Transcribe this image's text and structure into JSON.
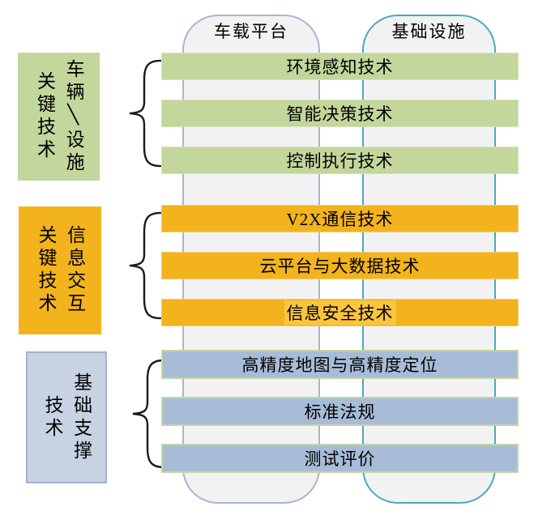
{
  "diagram": {
    "title_note": "",
    "columns": [
      {
        "id": "vehicle-platform",
        "label": "车载平台"
      },
      {
        "id": "infrastructure",
        "label": "基础设施"
      }
    ],
    "groups": [
      {
        "id": "vehicle-facility-key-tech",
        "label_right_column": "车辆╲设施",
        "label_left_column": "关键技术",
        "bars": [
          "环境感知技术",
          "智能决策技术",
          "控制执行技术"
        ]
      },
      {
        "id": "info-exchange-key-tech",
        "label_right_column": "信息交互",
        "label_left_column": "关键技术",
        "bars": [
          "V2X通信技术",
          "云平台与大数据技术",
          "信息安全技术"
        ]
      },
      {
        "id": "basic-support-tech",
        "label_right_column": "基础支撑",
        "label_left_column": "技术",
        "bars": [
          "高精度地图与高精度定位",
          "标准法规",
          "测试评价"
        ]
      }
    ],
    "colors": {
      "green_fill": "#c3d69b",
      "orange_fill": "#f2b31d",
      "blue_bar_fill": "#a8bcd8",
      "blue_bar_border": "#c2d6a0",
      "blue_box_fill": "#c7d3e3",
      "blue_box_border": "#a2b3cc",
      "capsule_fill": "#f2f2f2",
      "capsule_left_border": "#a9b5cf",
      "capsule_right_border": "#4aa9c4",
      "highlight_orange": "#f9c53f",
      "text": "#000000",
      "brace_stroke": "#1a1a1a"
    }
  }
}
